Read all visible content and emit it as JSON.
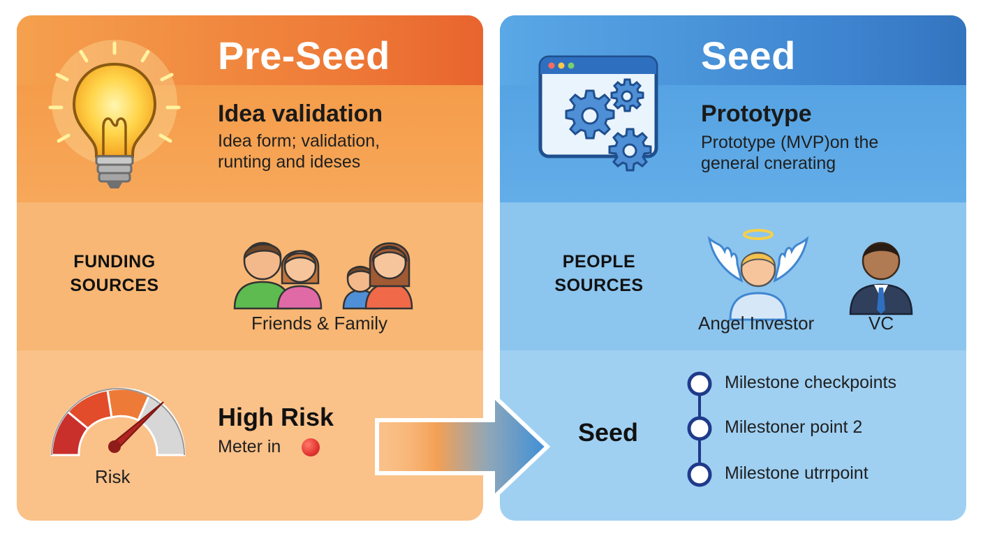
{
  "pre_seed": {
    "title": "Pre-Seed",
    "subtitle": "Idea validation",
    "description": [
      "Idea form; validation,",
      "runting and ideses"
    ],
    "funding_label": [
      "FUNDING",
      "SOURCES"
    ],
    "funding_caption": "Friends  & Family",
    "risk_title": "High Risk",
    "risk_text": "Meter in",
    "gauge_label": "Risk",
    "colors": {
      "accent": "#ee7a37",
      "indicator": "#e53935"
    }
  },
  "seed": {
    "title": "Seed",
    "subtitle": "Prototype",
    "description": [
      "Prototype (MVP)on the",
      "general cnerating"
    ],
    "people_label": [
      "PEOPLE",
      "SOURCES"
    ],
    "investor_captions": [
      "Angel Investor",
      "VC"
    ],
    "stage_label": "Seed",
    "milestones": [
      "Milestone checkpoints",
      "Milestoner point 2",
      "Milestone utrrpoint"
    ],
    "colors": {
      "accent": "#3f86d1",
      "timeline": "#1f3a8a"
    }
  },
  "icons": [
    "lightbulb-icon",
    "family-icon",
    "risk-gauge-icon",
    "browser-gears-icon",
    "angel-investor-icon",
    "vc-icon",
    "arrow-icon"
  ]
}
